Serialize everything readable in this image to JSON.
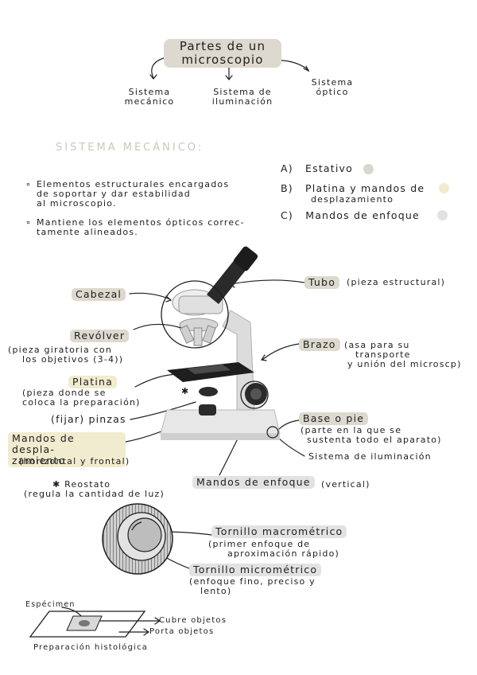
{
  "title": {
    "line1": "Partes de un",
    "line2": "microscopio"
  },
  "branches": {
    "mecanico": {
      "line1": "Sistema",
      "line2": "mecánico"
    },
    "iluminacion": {
      "line1": "Sistema de",
      "line2": "iluminación"
    },
    "optico": {
      "line1": "Sistema",
      "line2": "óptico"
    }
  },
  "section_heading": "SISTEMA MECÁNICO:",
  "bullets": [
    {
      "line1": "Elementos estructurales encargados",
      "line2": "de soportar y dar estabilidad",
      "line3": "al microscopio."
    },
    {
      "line1": "Mantiene los elementos ópticos correc-",
      "line2": "tamente alineados."
    }
  ],
  "legend": [
    {
      "letter": "A)",
      "label": "Estativo",
      "color": "#d9d6cf"
    },
    {
      "letter": "B)",
      "label_line1": "Platina y mandos de",
      "label_line2": "desplazamiento",
      "color": "#f1ebcf"
    },
    {
      "letter": "C)",
      "label": "Mandos de enfoque",
      "color": "#e2e2e2"
    }
  ],
  "labels": {
    "cabezal": "Cabezal",
    "revolver": {
      "title": "Revólver",
      "line1": "(pieza giratoria con",
      "line2": "los objetivos (3-4))"
    },
    "platina": {
      "title": "Platina",
      "line1": "(pieza donde se",
      "line2": "coloca la preparación)"
    },
    "fijar": "(fijar) pinzas",
    "mandos_desp": {
      "line1": "Mandos de despla-",
      "line2": "zamiento",
      "line3": "(horizontal y frontal)"
    },
    "reostato": {
      "line1": "✱ Reostato",
      "line2": "(regula la cantidad de luz)"
    },
    "tubo": {
      "title": "Tubo",
      "note": "(pieza estructural)"
    },
    "brazo": {
      "title": "Brazo",
      "line1": "(asa para su",
      "line2": "transporte",
      "line3": "y unión del microscp)"
    },
    "base": {
      "title": "Base o pie",
      "line1": "(parte en la que se",
      "line2": "sustenta todo el aparato)"
    },
    "sistema_ilum": "Sistema de iluminación",
    "mandos_enfoque": {
      "title": "Mandos de enfoque",
      "note": "(vertical)"
    },
    "asterisk": "✱"
  },
  "tornillos": {
    "macro": {
      "title": "Tornillo macrométrico",
      "line1": "(primer enfoque de",
      "line2": "aproximación rápido)"
    },
    "micro": {
      "title": "Tornillo micrométrico",
      "line1": "(enfoque fino, preciso y",
      "line2": "lento)"
    }
  },
  "preparacion": {
    "especimen": "Espécimen",
    "cubre": "Cubre objetos",
    "porta": "Porta objetos",
    "caption": "Preparación histológica"
  }
}
